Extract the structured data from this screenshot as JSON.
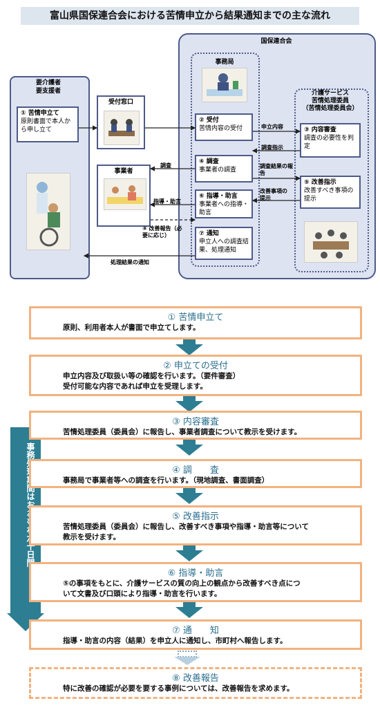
{
  "title": "富山県国保連合会における苦情申立から結果通知までの主な流れ",
  "diagram": {
    "kokuho": "国保連合会",
    "jimukyoku": "事務局",
    "left_panel_title": [
      "要介護者",
      "要支援者"
    ],
    "box1": {
      "head": "① 苦情申立て",
      "body": "原則書面で本人から申し立て"
    },
    "uketsuke": "受付窓口",
    "jigyousha": "事業者",
    "box2": {
      "head": "② 受付",
      "body": "苦情内容の受付"
    },
    "box4": {
      "head": "④ 調査",
      "body": "事業者の調査"
    },
    "box6": {
      "head": "⑥ 指導・助言",
      "body": "事業者への指導・助言"
    },
    "box7": {
      "head": "⑦ 通知",
      "body": "申立人への調査結果、処理通知"
    },
    "committee": [
      "介護サービス",
      "苦情処理委員",
      "（苦情処理委員会）"
    ],
    "box3": {
      "head": "③ 内容審査",
      "body": "調査の必要性を判定"
    },
    "box5": {
      "head": "⑤ 改善指示",
      "body": "改善すべき事項の提示"
    },
    "arrow_labels": {
      "moushitate": "申立内容",
      "chousa_shiji": "調査指示",
      "chousa_kekka": "調査結果の報告",
      "kaizen_jikou": "改善事項の提示",
      "chousa": "調査",
      "shidou": "指導・助言",
      "kaizen_houkoku": "⑧ 改善報告（必要に応じ）",
      "kekka_tsuuchi": "処理結果の通知"
    }
  },
  "side_label": "事務処理期間はおおむね六十日間",
  "steps": [
    {
      "head": "① 苦情申立て",
      "text": [
        "原則、利用者本人が書面で申立てします。"
      ]
    },
    {
      "head": "② 申立ての受付",
      "text": [
        "申立内容及び取扱い等の確認を行います。（要件審査）",
        "受付可能な内容であれば申立を受理します。"
      ]
    },
    {
      "head": "③ 内容審査",
      "text": [
        "苦情処理委員（委員会）に報告し、事業者調査について教示を受けます。"
      ]
    },
    {
      "head": "④ 調　　査",
      "text": [
        "事務局で事業者等への調査を行います。（現地調査、書面調査）"
      ]
    },
    {
      "head": "⑤ 改善指示",
      "text": [
        "苦情処理委員（委員会）に報告し、改善すべき事項や指導・助言等について",
        "教示を受けます。"
      ]
    },
    {
      "head": "⑥ 指導・助言",
      "text": [
        "⑤の事項をもとに、介護サービスの質の向上の観点から改善すべき点につ",
        "いて文書及び口頭により指導・助言を行います。"
      ]
    },
    {
      "head": "⑦ 通　　知",
      "text": [
        "指導・助言の内容（結果）を申立人に通知し、市町村へ報告します。"
      ]
    },
    {
      "head": "⑧ 改善報告",
      "text": [
        "特に改善の確認が必要を要する事例については、改善報告を求めます。"
      ]
    }
  ]
}
